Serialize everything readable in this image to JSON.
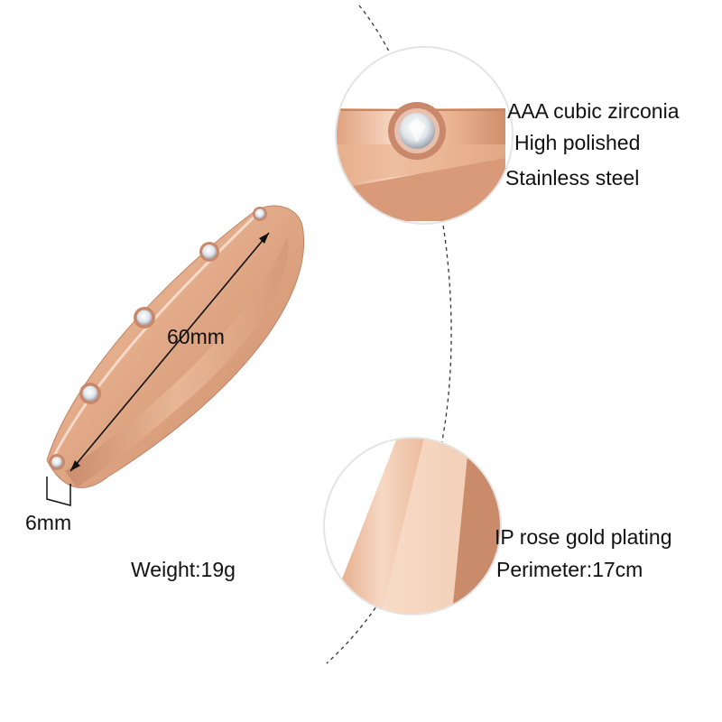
{
  "product": {
    "dimensions": {
      "diameter": "60mm",
      "width": "6mm"
    },
    "weight": "Weight:19g",
    "detail_top": {
      "lines": [
        "AAA cubic zirconia",
        "High polished",
        "Stainless steel"
      ]
    },
    "detail_bottom": {
      "lines": [
        "IP rose gold plating",
        "Perimeter:17cm"
      ]
    }
  },
  "colors": {
    "rose_gold_light": "#f4cfb6",
    "rose_gold_mid": "#e1a582",
    "rose_gold_dark": "#b9755a",
    "text": "#111111",
    "guide_line": "#333333"
  }
}
